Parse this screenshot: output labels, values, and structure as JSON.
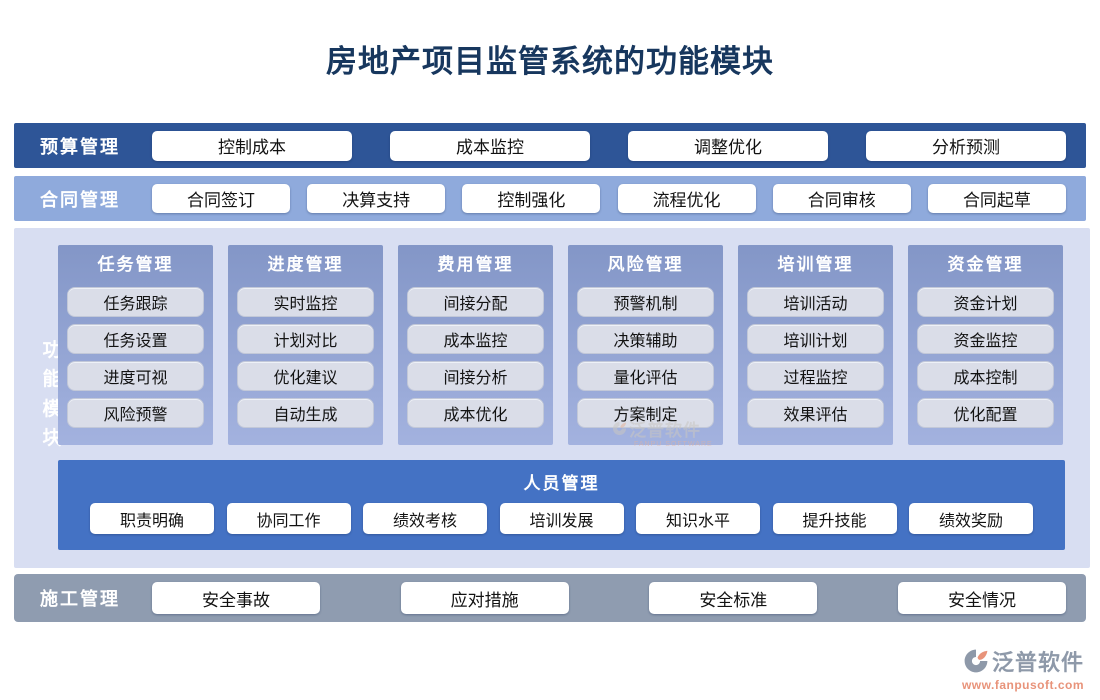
{
  "title": "房地产项目监管系统的功能模块",
  "colors": {
    "title_text": "#17375E",
    "band_budget_bg": "#2E5597",
    "band_contract_bg": "#8FAADC",
    "panel_bg": "#D8DEF2",
    "card_bg_top": "#8396C7",
    "card_bg_bottom": "#A3B2DF",
    "card_item_bg": "#DADDE8",
    "personnel_bg": "#4472C4",
    "construction_bg": "#8F9CB0",
    "button_bg": "#FFFFFF",
    "button_text": "#121212",
    "logo_text": "#8E99A9",
    "logo_url": "#E8937A"
  },
  "bands": {
    "budget": {
      "label": "预算管理",
      "buttons": [
        "控制成本",
        "成本监控",
        "调整优化",
        "分析预测"
      ]
    },
    "contract": {
      "label": "合同管理",
      "buttons": [
        "合同签订",
        "决算支持",
        "控制强化",
        "流程优化",
        "合同审核",
        "合同起草"
      ]
    },
    "construction": {
      "label": "施工管理",
      "buttons": [
        "安全事故",
        "应对措施",
        "安全标准",
        "安全情况"
      ]
    }
  },
  "main_panel": {
    "side_label": "功能模块",
    "columns": [
      {
        "header": "任务管理",
        "items": [
          "任务跟踪",
          "任务设置",
          "进度可视",
          "风险预警"
        ]
      },
      {
        "header": "进度管理",
        "items": [
          "实时监控",
          "计划对比",
          "优化建议",
          "自动生成"
        ]
      },
      {
        "header": "费用管理",
        "items": [
          "间接分配",
          "成本监控",
          "间接分析",
          "成本优化"
        ]
      },
      {
        "header": "风险管理",
        "items": [
          "预警机制",
          "决策辅助",
          "量化评估",
          "方案制定"
        ]
      },
      {
        "header": "培训管理",
        "items": [
          "培训活动",
          "培训计划",
          "过程监控",
          "效果评估"
        ]
      },
      {
        "header": "资金管理",
        "items": [
          "资金计划",
          "资金监控",
          "成本控制",
          "优化配置"
        ]
      }
    ],
    "personnel": {
      "header": "人员管理",
      "buttons": [
        "职责明确",
        "协同工作",
        "绩效考核",
        "培训发展",
        "知识水平",
        "提升技能",
        "绩效奖励"
      ]
    }
  },
  "watermark": {
    "text": "泛普软件",
    "subtext": "FANPU SOFTWARE"
  },
  "footer_logo": {
    "name": "泛普软件",
    "url": "www.fanpusoft.com"
  }
}
